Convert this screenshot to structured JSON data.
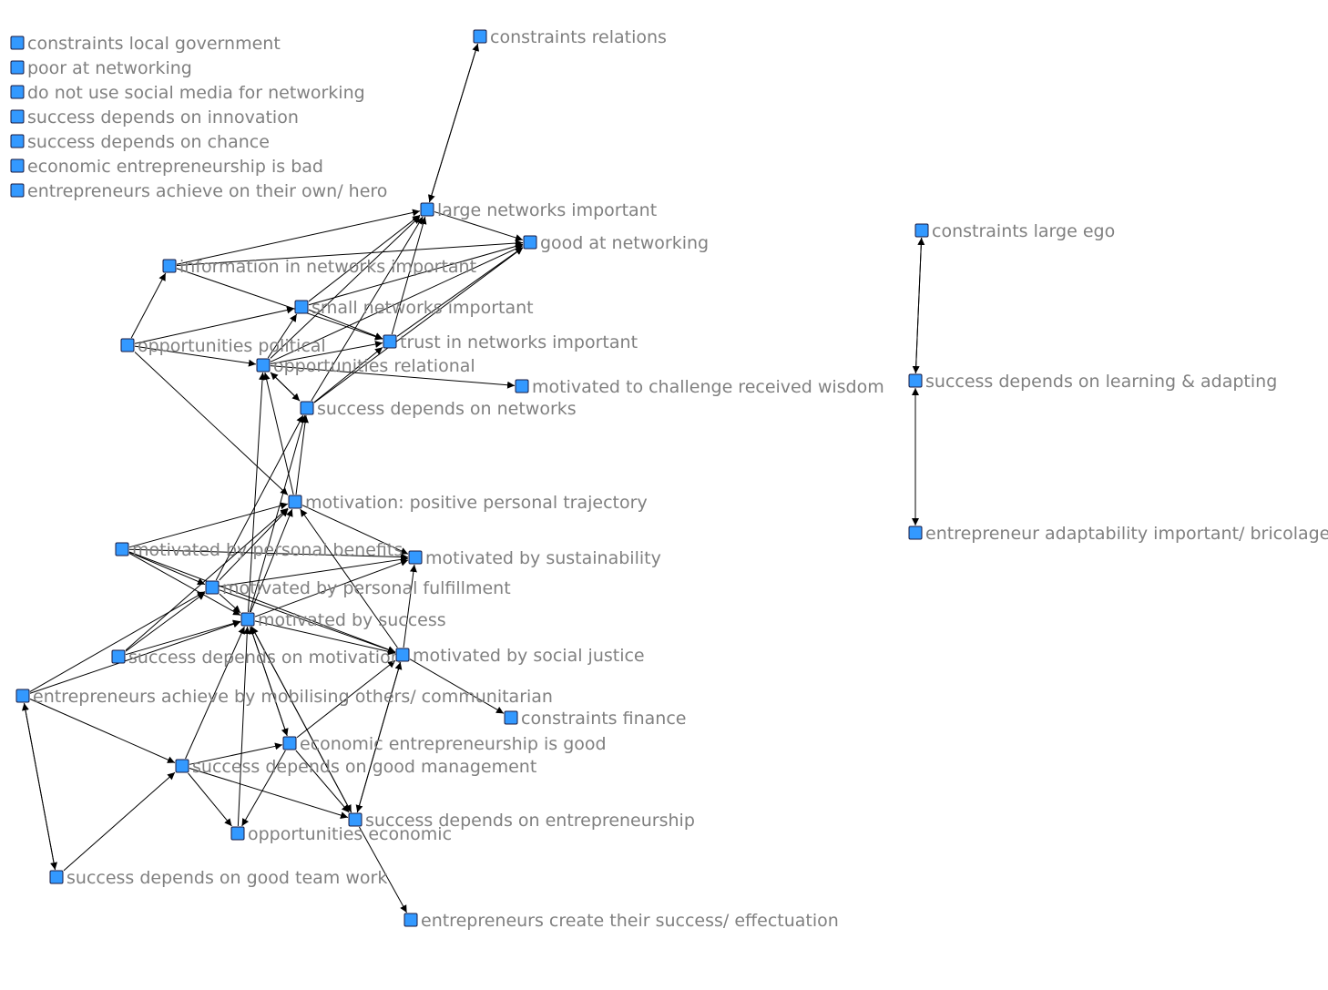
{
  "colors": {
    "node_fill": "#3399ff",
    "node_stroke": "#1a1a40",
    "label": "#808080",
    "edge": "#000000"
  },
  "nodes": [
    {
      "id": "clg",
      "label": "constraints local government"
    },
    {
      "id": "pan",
      "label": "poor at networking"
    },
    {
      "id": "dnu",
      "label": "do not use social media for networking"
    },
    {
      "id": "sdi",
      "label": "success depends on innovation"
    },
    {
      "id": "sdc",
      "label": "success depends on chance"
    },
    {
      "id": "eeb",
      "label": "economic entrepreneurship is bad"
    },
    {
      "id": "eah",
      "label": "entrepreneurs achieve on their own/ hero"
    },
    {
      "id": "cr",
      "label": "constraints relations"
    },
    {
      "id": "lni",
      "label": "large networks important"
    },
    {
      "id": "gan",
      "label": "good at networking"
    },
    {
      "id": "ini",
      "label": "information in networks important"
    },
    {
      "id": "sni",
      "label": "small networks important"
    },
    {
      "id": "tni",
      "label": "trust in networks important"
    },
    {
      "id": "op",
      "label": "opportunities political"
    },
    {
      "id": "or",
      "label": "opportunities relational"
    },
    {
      "id": "mcr",
      "label": "motivated to challenge received wisdom"
    },
    {
      "id": "sdn",
      "label": "success depends on networks"
    },
    {
      "id": "mpt",
      "label": "motivation: positive personal trajectory"
    },
    {
      "id": "mpb",
      "label": "motivated by personal benefits"
    },
    {
      "id": "ms",
      "label": "motivated by sustainability"
    },
    {
      "id": "mpf",
      "label": "motivated by personal fulfillment"
    },
    {
      "id": "msu",
      "label": "motivated by success"
    },
    {
      "id": "sdm",
      "label": "success depends on motivation"
    },
    {
      "id": "msj",
      "label": "motivated by social justice"
    },
    {
      "id": "eam",
      "label": "entrepreneurs achieve by mobilising others/ communitarian"
    },
    {
      "id": "cf",
      "label": "constraints finance"
    },
    {
      "id": "eeg",
      "label": "economic entrepreneurship is good"
    },
    {
      "id": "sgm",
      "label": "success depends on good management"
    },
    {
      "id": "sde",
      "label": "success depends on entrepreneurship"
    },
    {
      "id": "oe",
      "label": "opportunities economic"
    },
    {
      "id": "stw",
      "label": "success depends on good team work"
    },
    {
      "id": "ecs",
      "label": "entrepreneurs create their success/ effectuation"
    },
    {
      "id": "cle",
      "label": "constraints large ego"
    },
    {
      "id": "sla",
      "label": "success depends on learning & adapting"
    },
    {
      "id": "eab",
      "label": "entrepreneur adaptability important/ bricolage"
    }
  ],
  "edges": [
    [
      "lni",
      "cr"
    ],
    [
      "cr",
      "lni"
    ],
    [
      "ini",
      "lni"
    ],
    [
      "sni",
      "lni"
    ],
    [
      "tni",
      "lni"
    ],
    [
      "or",
      "lni"
    ],
    [
      "sdn",
      "lni"
    ],
    [
      "lni",
      "gan"
    ],
    [
      "ini",
      "gan"
    ],
    [
      "sni",
      "gan"
    ],
    [
      "tni",
      "gan"
    ],
    [
      "or",
      "gan"
    ],
    [
      "sdn",
      "gan"
    ],
    [
      "op",
      "ini"
    ],
    [
      "ini",
      "tni"
    ],
    [
      "op",
      "sni"
    ],
    [
      "sni",
      "tni"
    ],
    [
      "or",
      "sni"
    ],
    [
      "op",
      "or"
    ],
    [
      "or",
      "tni"
    ],
    [
      "sdn",
      "tni"
    ],
    [
      "or",
      "mcr"
    ],
    [
      "or",
      "sdn"
    ],
    [
      "sdn",
      "or"
    ],
    [
      "op",
      "mpt"
    ],
    [
      "mpt",
      "or"
    ],
    [
      "mpt",
      "sdn"
    ],
    [
      "msu",
      "or"
    ],
    [
      "mpf",
      "sdn"
    ],
    [
      "msu",
      "sdn"
    ],
    [
      "mpb",
      "mpt"
    ],
    [
      "mpf",
      "mpt"
    ],
    [
      "msu",
      "mpt"
    ],
    [
      "sdm",
      "mpt"
    ],
    [
      "msj",
      "mpt"
    ],
    [
      "mpt",
      "ms"
    ],
    [
      "mpb",
      "ms"
    ],
    [
      "mpf",
      "ms"
    ],
    [
      "msu",
      "ms"
    ],
    [
      "msj",
      "ms"
    ],
    [
      "mpb",
      "mpf"
    ],
    [
      "mpb",
      "msu"
    ],
    [
      "mpf",
      "msu"
    ],
    [
      "sdm",
      "msu"
    ],
    [
      "sdm",
      "mpf"
    ],
    [
      "eam",
      "mpf"
    ],
    [
      "msu",
      "msj"
    ],
    [
      "mpf",
      "msj"
    ],
    [
      "mpb",
      "msj"
    ],
    [
      "msj",
      "cf"
    ],
    [
      "eam",
      "msu"
    ],
    [
      "eeg",
      "msu"
    ],
    [
      "sgm",
      "msu"
    ],
    [
      "sde",
      "msu"
    ],
    [
      "oe",
      "msu"
    ],
    [
      "eam",
      "sgm"
    ],
    [
      "msu",
      "eeg"
    ],
    [
      "sgm",
      "eeg"
    ],
    [
      "eeg",
      "msj"
    ],
    [
      "sde",
      "msj"
    ],
    [
      "sgm",
      "sde"
    ],
    [
      "eeg",
      "sde"
    ],
    [
      "msu",
      "sde"
    ],
    [
      "msj",
      "sde"
    ],
    [
      "sgm",
      "oe"
    ],
    [
      "eeg",
      "oe"
    ],
    [
      "sde",
      "ecs"
    ],
    [
      "eam",
      "stw"
    ],
    [
      "stw",
      "eam"
    ],
    [
      "stw",
      "sgm"
    ],
    [
      "cle",
      "sla"
    ],
    [
      "sla",
      "cle"
    ],
    [
      "sla",
      "eab"
    ],
    [
      "eab",
      "sla"
    ]
  ]
}
